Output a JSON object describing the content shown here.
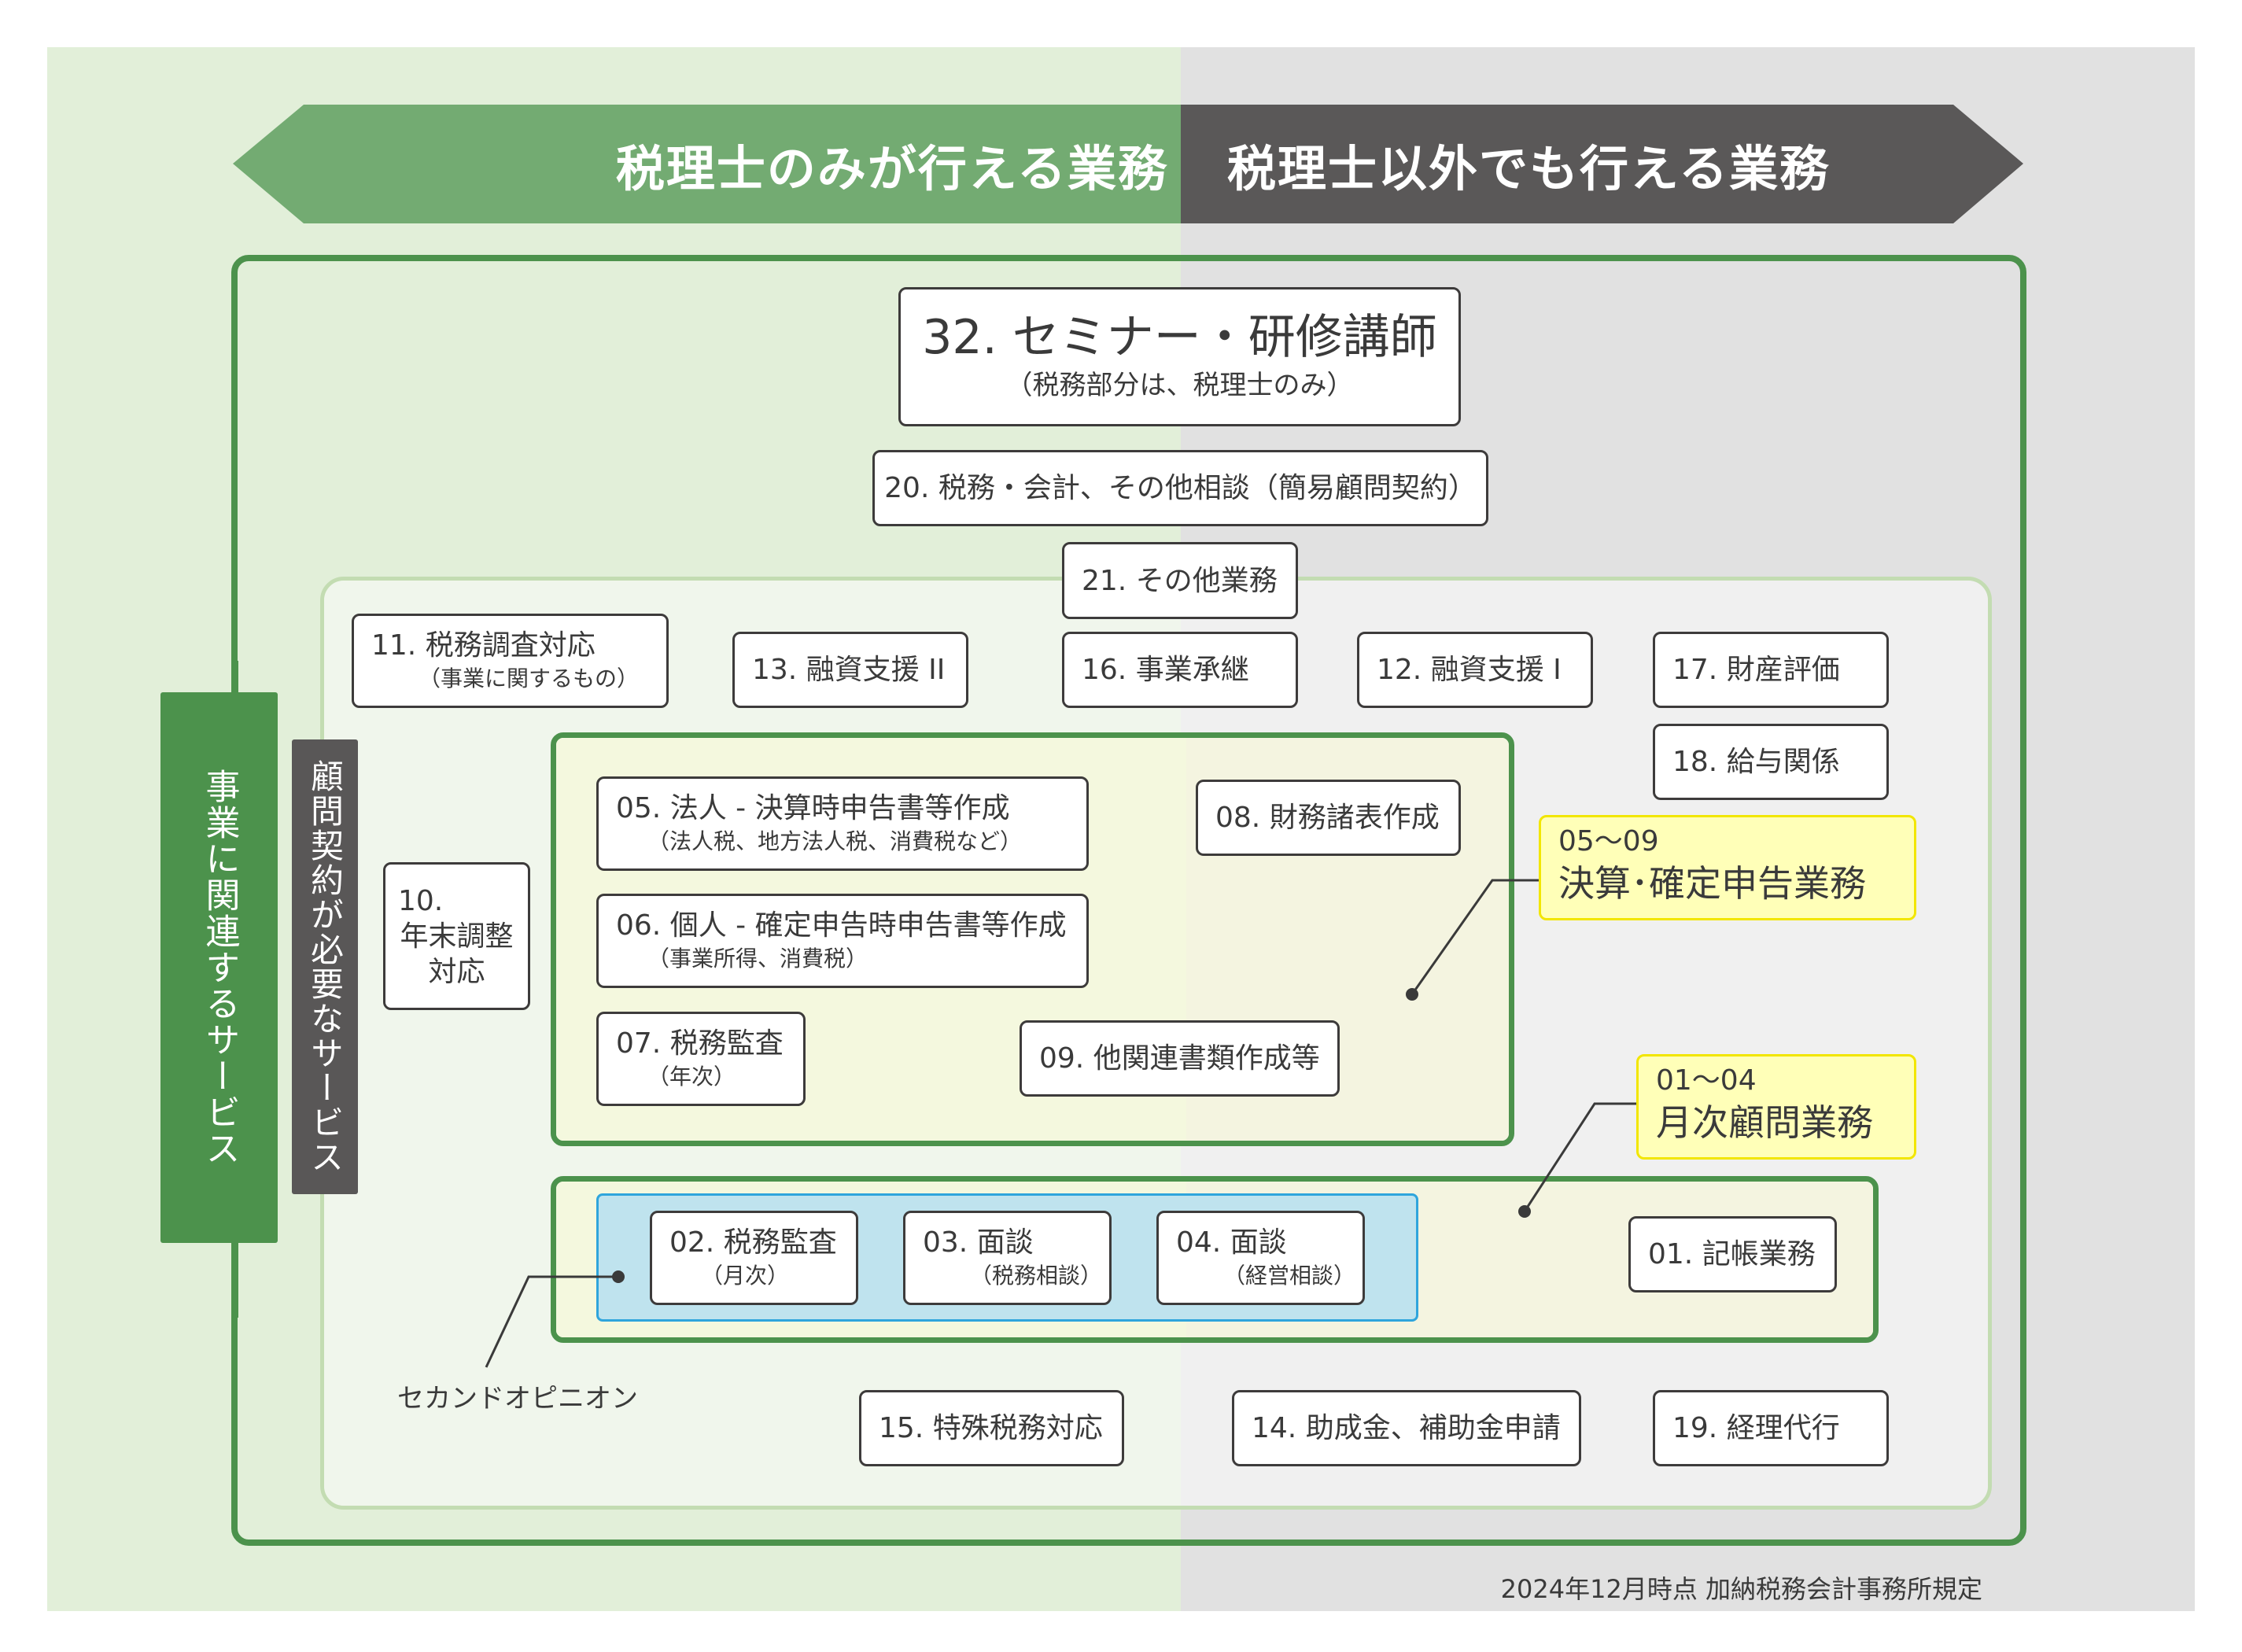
{
  "header": {
    "left_label": "税理士のみが行える業務",
    "right_label": "税理士以外でも行える業務"
  },
  "colors": {
    "left_bg": "#e2efd9",
    "right_bg": "#e1e1e1",
    "arrow_left": "#73ab72",
    "arrow_right": "#5a5858",
    "frame_green": "#4c924c",
    "note_yellow": "#ffffb8",
    "blue_group": "#bfe3ee"
  },
  "side_labels": {
    "business_related": "事業に関連するサービス",
    "contract_required": "顧問契約が必要なサービス"
  },
  "items": {
    "i32": {
      "title": "32. セミナー・研修講師",
      "sub": "（税務部分は、税理士のみ）"
    },
    "i20": {
      "title": "20. 税務・会計、その他相談（簡易顧問契約）"
    },
    "i21": {
      "title": "21. その他業務"
    },
    "i11": {
      "title": "11. 税務調査対応",
      "sub": "（事業に関するもの）"
    },
    "i13": {
      "title": "13. 融資支援 II"
    },
    "i16": {
      "title": "16. 事業承継"
    },
    "i12": {
      "title": "12. 融資支援 I"
    },
    "i17": {
      "title": "17. 財産評価"
    },
    "i18": {
      "title": "18. 給与関係"
    },
    "i10": {
      "line1": "10.",
      "line2": "年末調整",
      "line3": "対応"
    },
    "i05": {
      "title": "05. 法人 - 決算時申告書等作成",
      "sub": "（法人税、地方法人税、消費税など）"
    },
    "i06": {
      "title": "06. 個人 - 確定申告時申告書等作成",
      "sub": "（事業所得、消費税）"
    },
    "i07": {
      "title": "07. 税務監査",
      "sub": "（年次）"
    },
    "i08": {
      "title": "08. 財務諸表作成"
    },
    "i09": {
      "title": "09. 他関連書類作成等"
    },
    "i02": {
      "title": "02. 税務監査",
      "sub": "（月次）"
    },
    "i03": {
      "title": "03. 面談",
      "sub": "（税務相談）"
    },
    "i04": {
      "title": "04. 面談",
      "sub": "（経営相談）"
    },
    "i01": {
      "title": "01. 記帳業務"
    },
    "i15": {
      "title": "15. 特殊税務対応"
    },
    "i14": {
      "title": "14. 助成金、補助金申請"
    },
    "i19": {
      "title": "19. 経理代行"
    }
  },
  "notes": {
    "settlement": {
      "range": "05～09",
      "label": "決算･確定申告業務"
    },
    "monthly": {
      "range": "01～04",
      "label": "月次顧問業務"
    },
    "second_opinion": "セカンドオピニオン"
  },
  "footer": "2024年12月時点  加納税務会計事務所規定"
}
